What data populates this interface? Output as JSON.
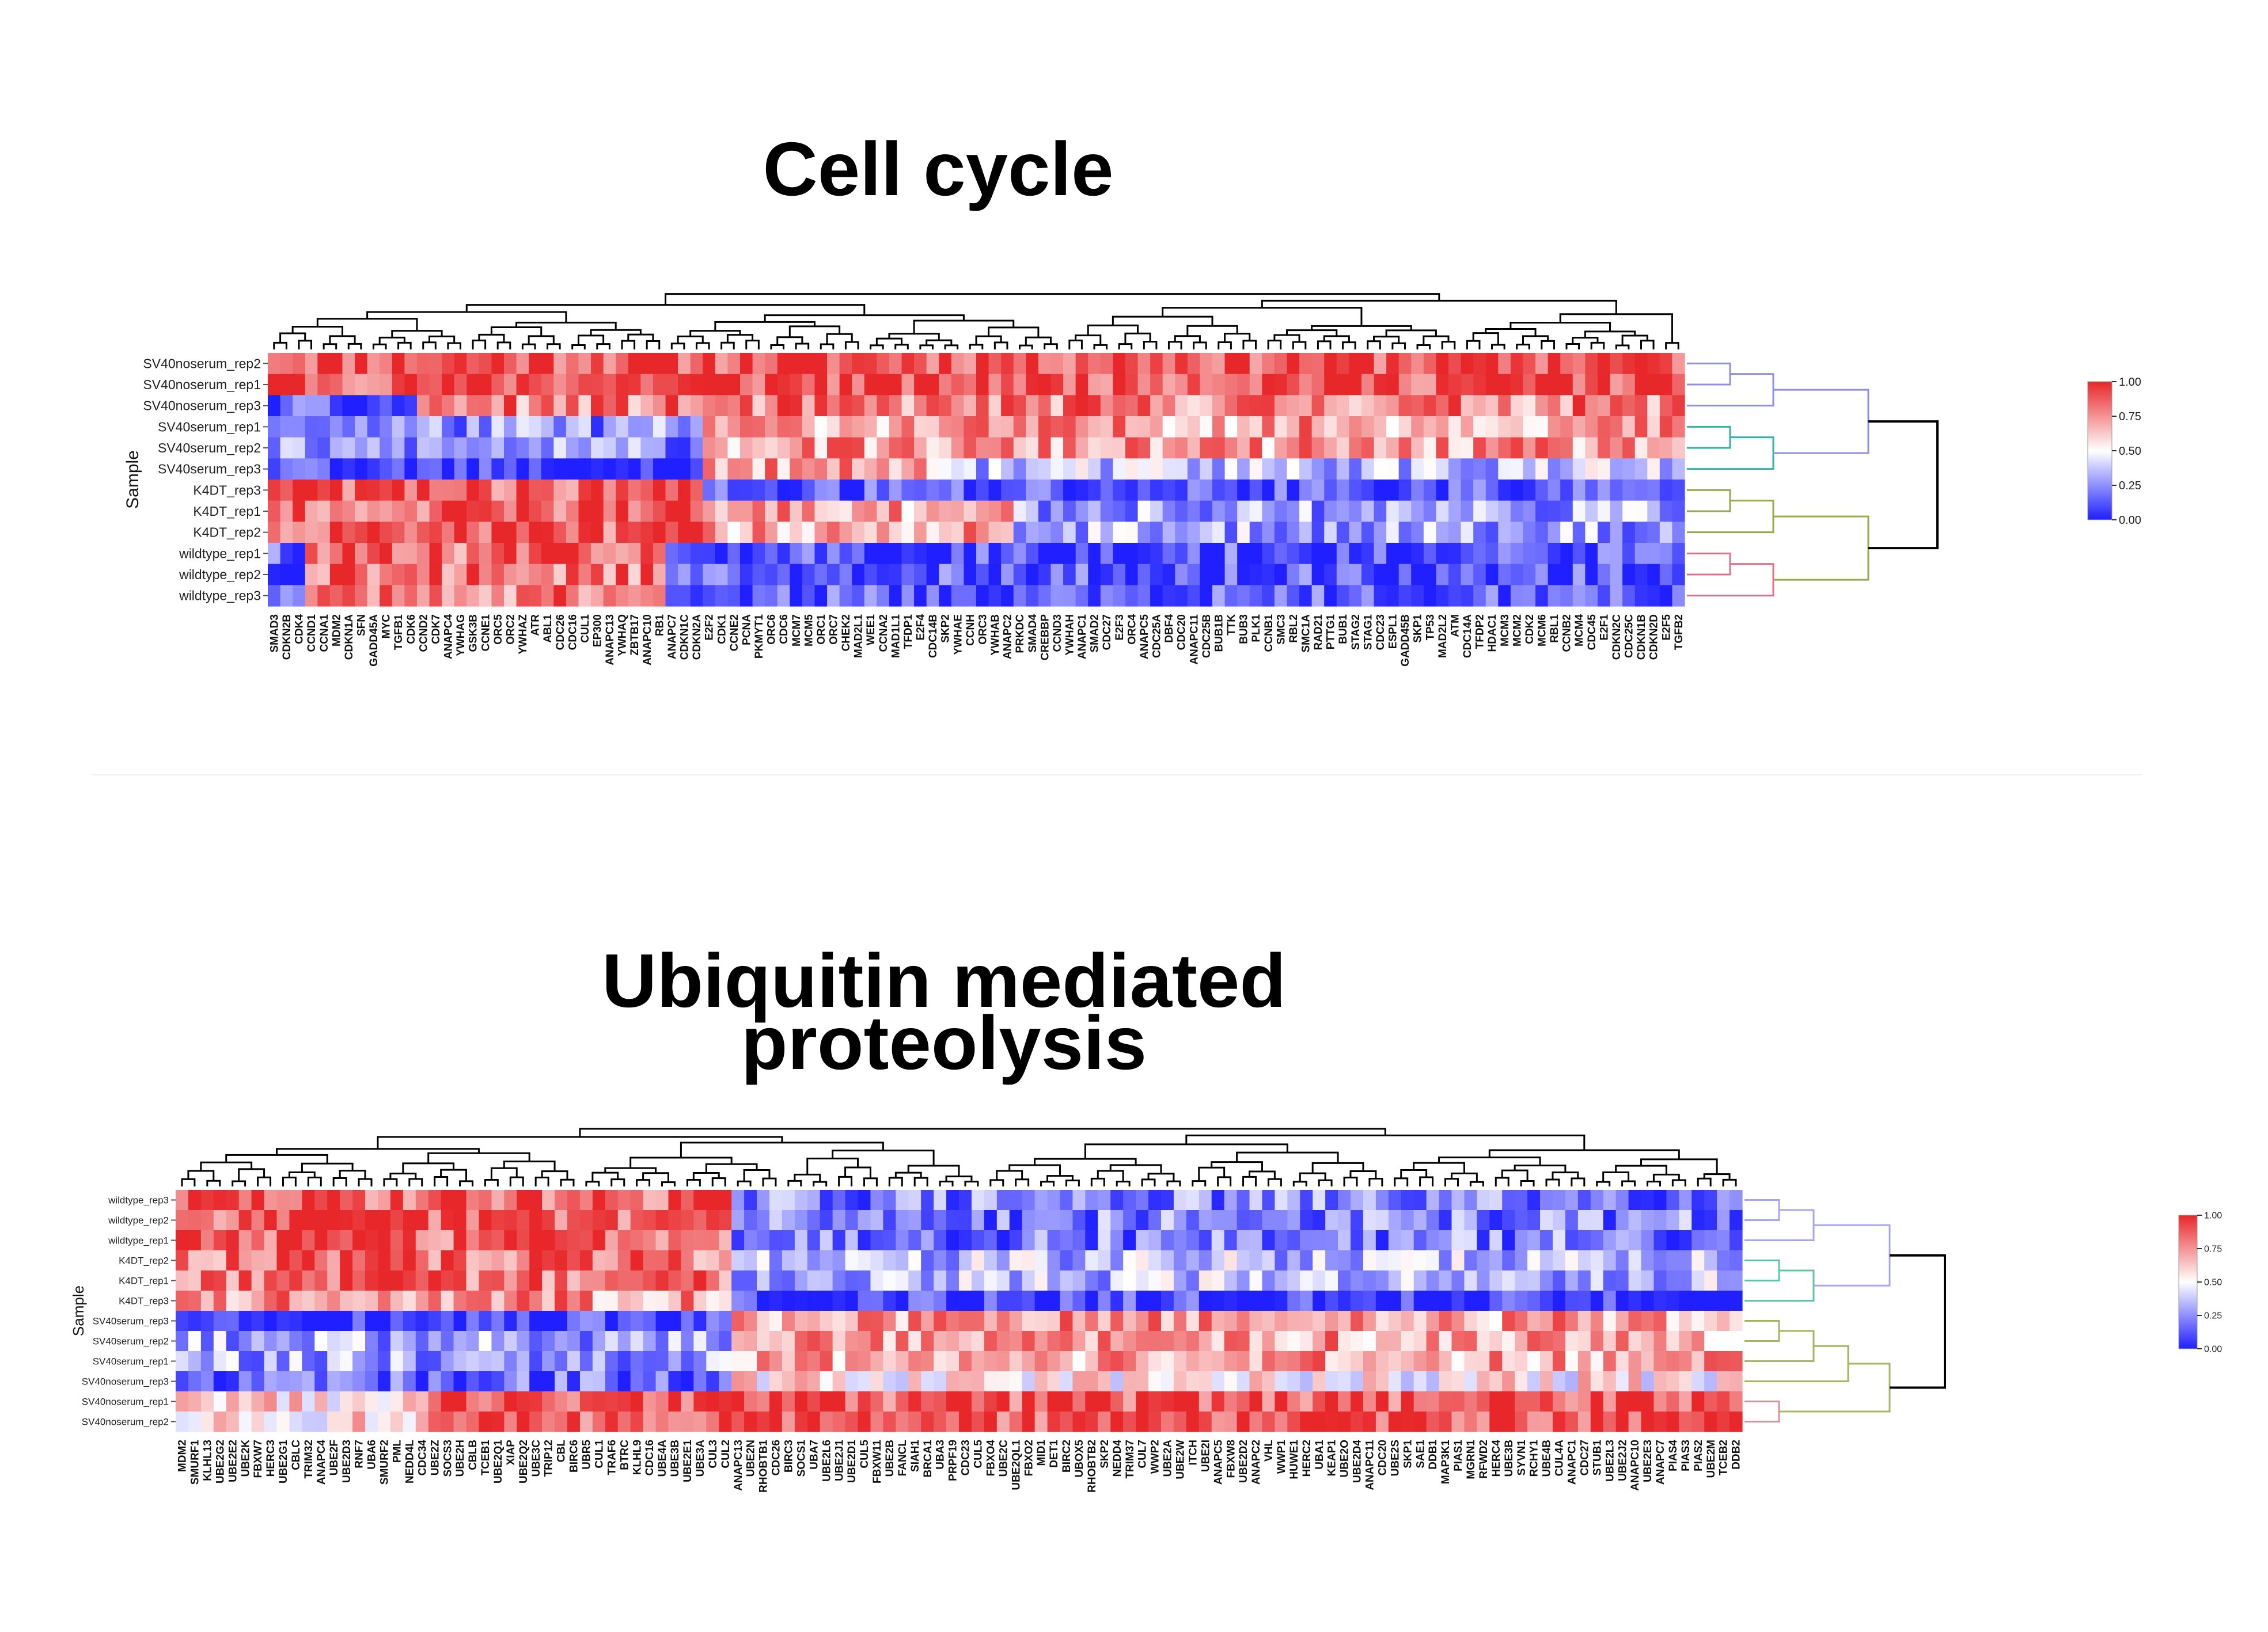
{
  "chart_data": [
    {
      "type": "heatmap",
      "title": "Cell cycle",
      "ylabel": "Sample",
      "colorscale": {
        "low": "#1f1fff",
        "mid": "#ffffff",
        "high": "#e8272a",
        "range": [
          0,
          1
        ]
      },
      "colorbar_ticks": [
        "1.00",
        "0.75",
        "0.50",
        "0.25",
        "0.00"
      ],
      "rows": [
        "SV40noserum_rep2",
        "SV40noserum_rep1",
        "SV40noserum_rep3",
        "SV40serum_rep1",
        "SV40serum_rep2",
        "SV40serum_rep3",
        "K4DT_rep3",
        "K4DT_rep1",
        "K4DT_rep2",
        "wildtype_rep1",
        "wildtype_rep2",
        "wildtype_rep3"
      ],
      "row_groups": [
        {
          "rows": [
            0,
            1,
            2
          ],
          "color": "#8f8fe8"
        },
        {
          "rows": [
            3,
            4,
            5
          ],
          "color": "#2eb5a0"
        },
        {
          "rows": [
            6,
            7,
            8
          ],
          "color": "#9aa84a"
        },
        {
          "rows": [
            9,
            10,
            11
          ],
          "color": "#e0708a"
        }
      ],
      "columns": [
        "SMAD3",
        "CDKN2B",
        "CDK4",
        "CCND1",
        "CCNA1",
        "MDM2",
        "CDKN1A",
        "SFN",
        "GADD45A",
        "MYC",
        "TGFB1",
        "CDK6",
        "CCND2",
        "CDK7",
        "ANAPC4",
        "YWHAG",
        "GSK3B",
        "CCNE1",
        "ORC5",
        "ORC2",
        "YWHAZ",
        "ATR",
        "ABL1",
        "CDC26",
        "CDC16",
        "CUL1",
        "EP300",
        "ANAPC13",
        "YWHAQ",
        "ZBTB17",
        "ANAPC10",
        "RB1",
        "ANAPC7",
        "CDKN1C",
        "CDKN2A",
        "E2F2",
        "CDK1",
        "CCNE2",
        "PCNA",
        "PKMYT1",
        "ORC6",
        "CDC6",
        "MCM7",
        "MCM5",
        "ORC1",
        "ORC7",
        "CHEK2",
        "MAD2L1",
        "WEE1",
        "CCNA2",
        "MAD1L1",
        "TFDP1",
        "E2F4",
        "CDC14B",
        "SKP2",
        "YWHAE",
        "CCNH",
        "ORC3",
        "YWHAB",
        "ANAPC2",
        "PRKDC",
        "SMAD4",
        "CREBBP",
        "CCND3",
        "YWHAH",
        "ANAPC1",
        "SMAD2",
        "CDC27",
        "E2F3",
        "ORC4",
        "ANAPC5",
        "CDC25A",
        "DBF4",
        "CDC20",
        "ANAPC11",
        "CDC25B",
        "BUB1B",
        "TTK",
        "BUB3",
        "PLK1",
        "CCNB1",
        "SMC3",
        "RBL2",
        "SMC1A",
        "RAD21",
        "PTTG1",
        "BUB1",
        "STAG2",
        "STAG1",
        "CDC23",
        "ESPL1",
        "GADD45B",
        "SKP1",
        "TP53",
        "MAD2L2",
        "ATM",
        "CDC14A",
        "TFDP2",
        "HDAC1",
        "MCM3",
        "MCM2",
        "CDK2",
        "MCM6",
        "RBL1",
        "CCNB2",
        "MCM4",
        "CDC45",
        "E2F1",
        "CDKN2C",
        "CDC25C",
        "CDKN1B",
        "CDKN2D",
        "E2F5",
        "TGFB2"
      ]
    },
    {
      "type": "heatmap",
      "title": "Ubiquitin mediated proteolysis",
      "ylabel": "Sample",
      "colorscale": {
        "low": "#1f1fff",
        "mid": "#ffffff",
        "high": "#e8272a",
        "range": [
          0,
          1
        ]
      },
      "colorbar_ticks": [
        "1.00",
        "0.75",
        "0.50",
        "0.25",
        "0.00"
      ],
      "rows": [
        "wildtype_rep3",
        "wildtype_rep2",
        "wildtype_rep1",
        "K4DT_rep2",
        "K4DT_rep1",
        "K4DT_rep3",
        "SV40serum_rep3",
        "SV40serum_rep2",
        "SV40serum_rep1",
        "SV40noserum_rep3",
        "SV40noserum_rep1",
        "SV40noserum_rep2"
      ],
      "row_groups": [
        {
          "rows": [
            0,
            1,
            2
          ],
          "color": "#a6a6ef"
        },
        {
          "rows": [
            3,
            4,
            5
          ],
          "color": "#5cc4a8"
        },
        {
          "rows": [
            6,
            7,
            8,
            9
          ],
          "color": "#a7b560"
        },
        {
          "rows": [
            10,
            11
          ],
          "color": "#e38a9e"
        }
      ],
      "columns": [
        "MDM2",
        "SMURF1",
        "KLHL13",
        "UBE2G2",
        "UBE2E2",
        "UBE2K",
        "FBXW7",
        "HERC3",
        "UBE2G1",
        "CBLC",
        "TRIM32",
        "ANAPC4",
        "UBE2F",
        "UBE2D3",
        "RNF7",
        "UBA6",
        "SMURF2",
        "PML",
        "NEDD4L",
        "CDC34",
        "UBE2Z",
        "SOCS3",
        "UBE2H",
        "CBLB",
        "TCEB1",
        "UBE2Q1",
        "XIAP",
        "UBE2Q2",
        "UBE3C",
        "TRIP12",
        "CBL",
        "BIRC6",
        "UBR5",
        "CUL1",
        "TRAF6",
        "BTRC",
        "KLHL9",
        "CDC16",
        "UBE4A",
        "UBE3B",
        "UBE2E1",
        "UBE3A",
        "CUL3",
        "CUL2",
        "ANAPC13",
        "UBE2N",
        "RHOBTB1",
        "CDC26",
        "BIRC3",
        "SOCS1",
        "UBA7",
        "UBE2L6",
        "UBE2J1",
        "UBE2D1",
        "CUL5",
        "FBXW11",
        "UBE2B",
        "FANCL",
        "SIAH1",
        "BRCA1",
        "UBA3",
        "PRPF19",
        "CDC23",
        "CUL5",
        "FBXO4",
        "UBE2C",
        "UBE2QL1",
        "FBXO2",
        "MID1",
        "DET1",
        "BIRC2",
        "UBOX5",
        "RHOBTB2",
        "SKP2",
        "NEDD4",
        "TRIM37",
        "CUL7",
        "WWP2",
        "UBE2A",
        "UBE2W",
        "ITCH",
        "UBE2I",
        "ANAPC5",
        "FBXW8",
        "UBE2D2",
        "ANAPC2",
        "VHL",
        "WWP1",
        "HUWE1",
        "HERC2",
        "UBA1",
        "KEAP1",
        "UBE2O",
        "UBE2D4",
        "ANAPC11",
        "CDC20",
        "UBE2S",
        "SKP1",
        "SAE1",
        "DDB1",
        "MAP3K1",
        "PIAS1",
        "MGRN1",
        "RFWD2",
        "HERC4",
        "UBE3B",
        "SYVN1",
        "RCHY1",
        "UBE4B",
        "CUL4A",
        "ANAPC1",
        "CDC27",
        "STUB1",
        "UBE2L3",
        "UBE2J2",
        "ANAPC10",
        "UBE2E3",
        "ANAPC7",
        "PIAS4",
        "PIAS3",
        "PIAS2",
        "UBE2M",
        "TCEB2",
        "DDB2"
      ]
    }
  ]
}
